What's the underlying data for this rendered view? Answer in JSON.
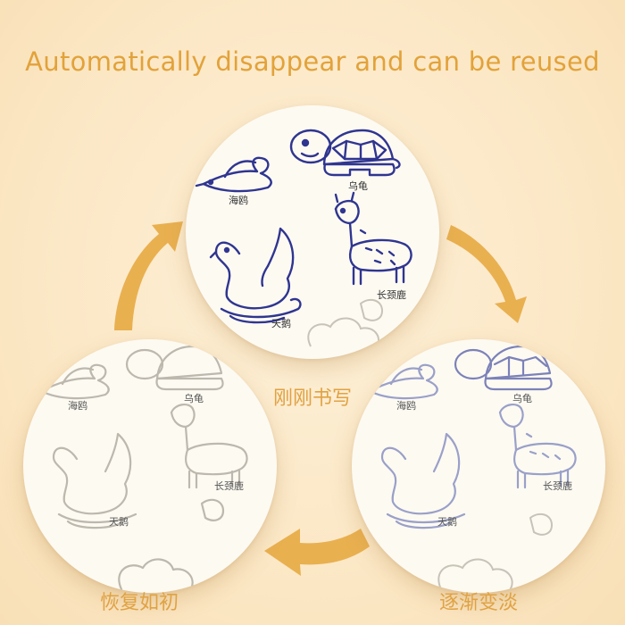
{
  "headline": "Automatically disappear and can be reused",
  "captions": {
    "written": "刚刚书写",
    "fading": "逐渐变淡",
    "restored": "恢复如初"
  },
  "animals": {
    "seagull": "海鸥",
    "turtle": "乌龟",
    "giraffe": "长颈鹿",
    "swan": "天鹅"
  },
  "colors": {
    "background": "#fbe6c2",
    "accent": "#e2a23a",
    "ink": "#2f3590",
    "faded_ink": "#9aa0c8",
    "outline": "#b9b4aa"
  },
  "icons": [
    "seagull-drawing",
    "turtle-drawing",
    "giraffe-drawing",
    "swan-drawing",
    "sheep-outline",
    "cycle-arrow"
  ]
}
